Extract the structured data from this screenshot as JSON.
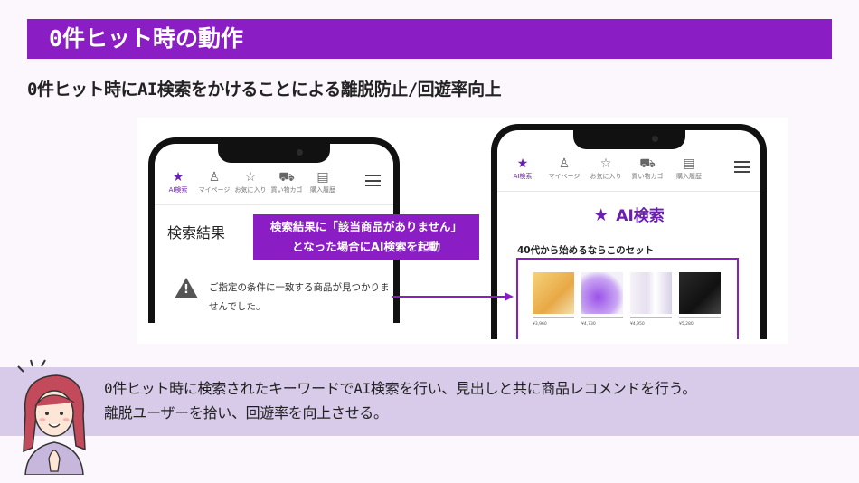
{
  "slide": {
    "title": "0件ヒット時の動作",
    "subtitle": "0件ヒット時にAI検索をかけることによる離脱防止/回遊率向上",
    "callout_line1": "検索結果に「該当商品がありません」",
    "callout_line2": "となった場合にAI検索を起動",
    "bottom_line1": "0件ヒット時に検索されたキーワードでAI検索を行い、見出しと共に商品レコメンドを行う。",
    "bottom_line2": "離脱ユーザーを拾い、回遊率を向上させる。"
  },
  "nav": {
    "items": [
      {
        "label": "AI検索",
        "icon": "stars-icon"
      },
      {
        "label": "マイページ",
        "icon": "person-icon"
      },
      {
        "label": "お気に入り",
        "icon": "star-outline-icon"
      },
      {
        "label": "買い物カゴ",
        "icon": "cart-icon"
      },
      {
        "label": "購入履歴",
        "icon": "document-icon"
      }
    ]
  },
  "left_phone": {
    "page_title": "検索結果",
    "empty_message": "ご指定の条件に一致する商品が見つかりませんでした。"
  },
  "right_phone": {
    "header": "AI検索",
    "set_heading": "40代から始めるならこのセット",
    "products": [
      {
        "price": "¥3,960"
      },
      {
        "price": "¥4,730"
      },
      {
        "price": "¥4,950"
      },
      {
        "price": "¥5,280"
      }
    ]
  },
  "colors": {
    "brand_purple": "#8a1ec4",
    "band_lavender": "#d8cbea",
    "nav_active": "#6b1fb0"
  }
}
